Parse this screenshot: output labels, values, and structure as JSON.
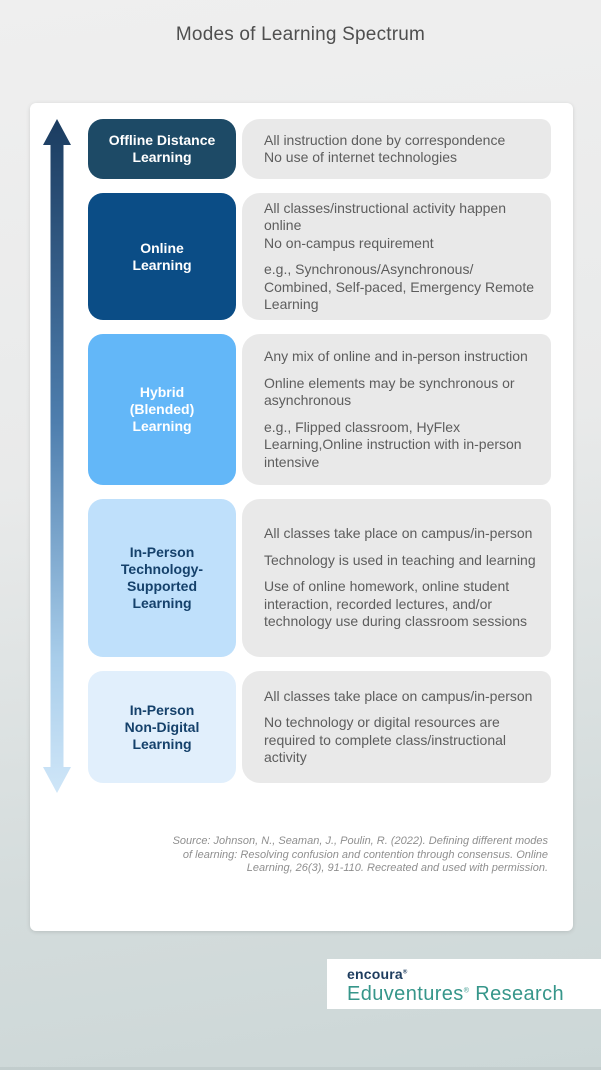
{
  "title": "Modes of Learning Spectrum",
  "icons": {
    "spectrum_arrow": "double-headed-vertical-gradient-arrow"
  },
  "colors": {
    "background_top": "#efefef",
    "background_bottom": "#ccd7d7",
    "card_bg": "#ffffff",
    "desc_box_bg": "#e9e9e9",
    "desc_text": "#5d5d5d",
    "title_text": "#4f4f4f",
    "source_text": "#8f8f8f",
    "arrow_dark": "#1b3c60",
    "arrow_light": "#cfe6f8",
    "logo_navy": "#1d3c5e",
    "logo_teal": "#36968a"
  },
  "spectrum": {
    "rows": [
      {
        "label": "Offline Distance\nLearning",
        "label_bg": "#1d4a66",
        "label_color": "#ffffff",
        "height": 60,
        "paragraphs": [
          {
            "text": "All instruction done by correspondence",
            "spaced": false
          },
          {
            "text": "No use of internet technologies",
            "spaced": false
          }
        ]
      },
      {
        "label": "Online\nLearning",
        "label_bg": "#0b4d86",
        "label_color": "#ffffff",
        "height": 127,
        "paragraphs": [
          {
            "text": "All classes/instructional activity happen online",
            "spaced": false
          },
          {
            "text": "No on-campus requirement",
            "spaced": false
          },
          {
            "text": "e.g., Synchronous/Asynchronous/ Combined, Self-paced, Emergency Remote Learning",
            "spaced": true
          }
        ]
      },
      {
        "label": "Hybrid\n(Blended)\nLearning",
        "label_bg": "#63b7f8",
        "label_color": "#ffffff",
        "height": 151,
        "paragraphs": [
          {
            "text": "Any mix of online and in-person instruction",
            "spaced": false
          },
          {
            "text": "Online elements may be synchronous or asynchronous",
            "spaced": true
          },
          {
            "text": "e.g., Flipped classroom, HyFlex Learning,Online instruction with in-person intensive",
            "spaced": true
          }
        ]
      },
      {
        "label": "In-Person\nTechnology-\nSupported\nLearning",
        "label_bg": "#bfe0fb",
        "label_color": "#15416b",
        "height": 158,
        "paragraphs": [
          {
            "text": "All classes take place on campus/in-person",
            "spaced": false
          },
          {
            "text": "Technology is used in teaching and learning",
            "spaced": true
          },
          {
            "text": "Use of online homework, online student interaction, recorded lectures, and/or technology use during classroom sessions",
            "spaced": true
          }
        ]
      },
      {
        "label": "In-Person\nNon-Digital\nLearning",
        "label_bg": "#e1effc",
        "label_color": "#15416b",
        "height": 112,
        "paragraphs": [
          {
            "text": "All classes take place on campus/in-person",
            "spaced": false
          },
          {
            "text": "No technology or digital resources are required to complete class/instructional activity",
            "spaced": true
          }
        ]
      }
    ]
  },
  "source": {
    "text": "Source: Johnson, N., Seaman, J., Poulin, R. (2022). Defining different modes of learning: Resolving confusion and contention through consensus. Online Learning, 26(3), 91-110. Recreated and used with permission."
  },
  "logo": {
    "brand": "encoura",
    "brand_mark": "®",
    "sub_brand": "Eduventures",
    "sub_mark": "®",
    "sub_suffix": " Research"
  }
}
